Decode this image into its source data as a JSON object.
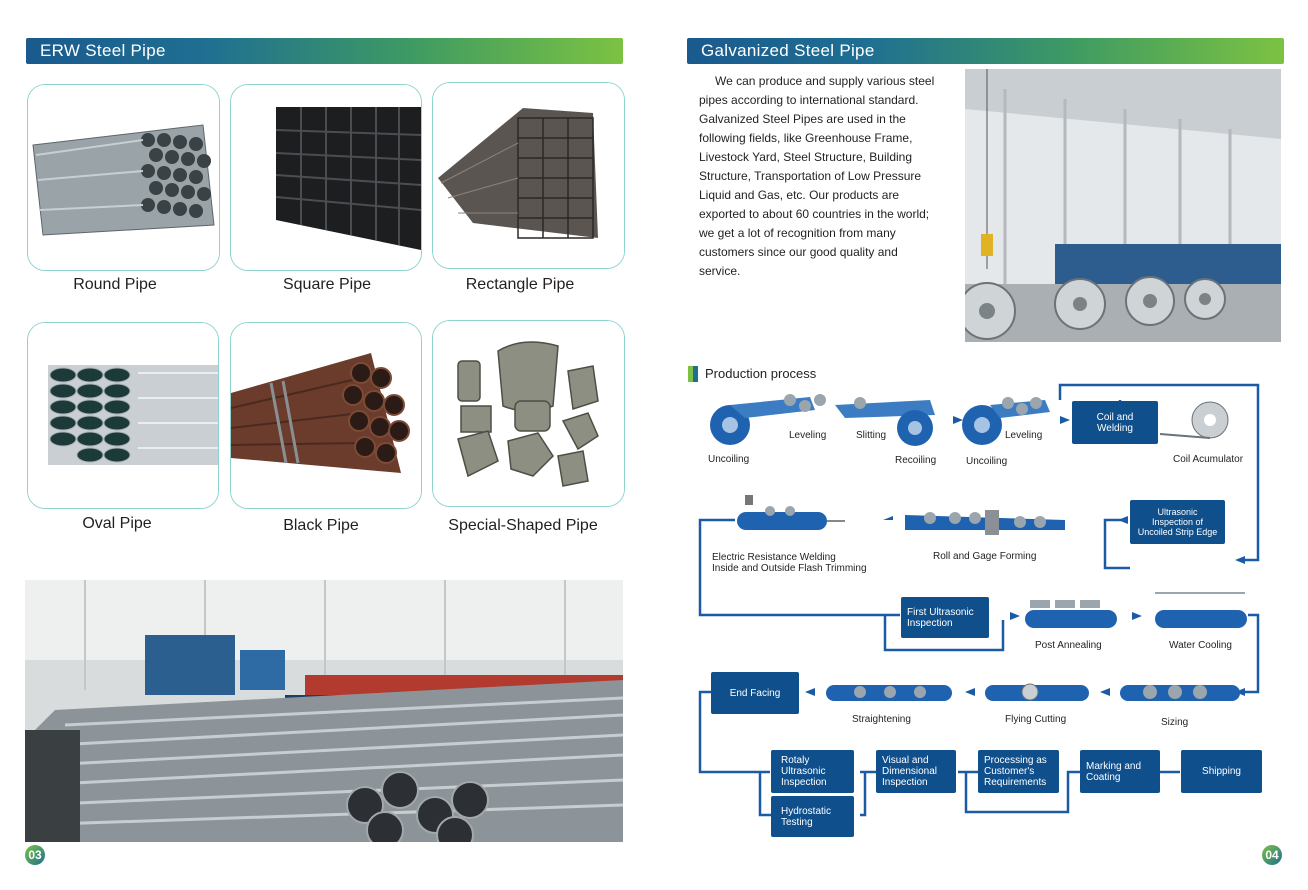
{
  "left_page": {
    "banner_title": "ERW Steel Pipe",
    "products": [
      {
        "name": "Round Pipe",
        "image": "round-pipe-photo"
      },
      {
        "name": "Square Pipe",
        "image": "square-pipe-photo"
      },
      {
        "name": "Rectangle Pipe",
        "image": "rectangle-pipe-photo"
      },
      {
        "name": "Oval Pipe",
        "image": "oval-pipe-photo"
      },
      {
        "name": "Black Pipe",
        "image": "black-pipe-photo"
      },
      {
        "name": "Special-Shaped Pipe",
        "image": "special-shaped-pipe-photo"
      }
    ],
    "page_number": "03"
  },
  "right_page": {
    "banner_title": "Galvanized Steel Pipe",
    "description": "We can produce and supply various steel pipes according to international standard. Galvanized Steel Pipes are used in the following fields, like Greenhouse Frame, Livestock Yard, Steel Structure, Building Structure, Transportation of Low Pressure Liquid and Gas, etc. Our products are exported to about 60 countries in the world; we get a lot of recognition from many customers since our good quality and service.",
    "process_title": "Production process",
    "process": {
      "row1": [
        "Uncoiling",
        "Leveling",
        "Slitting",
        "Recoiling",
        "Uncoiling",
        "Leveling",
        "Coil and Welding",
        "Coil Acumulator"
      ],
      "row2": [
        "Ultrasonic Inspection of Uncoiled Strip Edge",
        "Roll and Gage Forming",
        "Electric Resistance Welding",
        "Inside and Outside Flash Trimming"
      ],
      "row3": [
        "First Ultrasonic Inspection",
        "Post Annealing",
        "Water Cooling"
      ],
      "row4": [
        "Sizing",
        "Flying Cutting",
        "Straightening",
        "End Facing"
      ],
      "row5": [
        "Rotaly Ultrasonic Inspection",
        "Hydrostatic Testing",
        "Visual and Dimensional Inspection",
        "Processing as Customer's Requirements",
        "Marking and Coating",
        "Shipping"
      ]
    },
    "page_number": "04"
  },
  "colors": {
    "brand_blue": "#0f4f8c",
    "brand_green": "#7cc242",
    "card_border": "#8fd3cf"
  }
}
